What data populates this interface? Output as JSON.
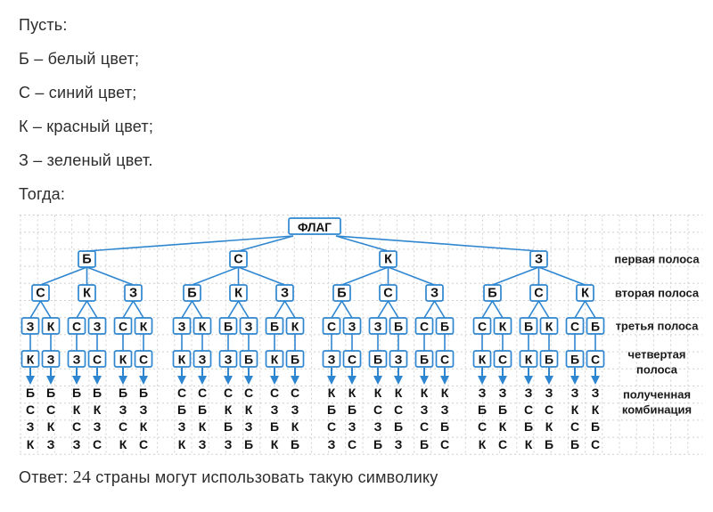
{
  "intro": {
    "opening": "Пусть:",
    "legend": [
      "Б – белый цвет;",
      "С – синий цвет;",
      "К – красный цвет;",
      "З – зеленый цвет."
    ],
    "closing": "Тогда:"
  },
  "diagram": {
    "root": "ФЛАГ",
    "level_labels": [
      [
        "первая полоса"
      ],
      [
        "вторая полоса"
      ],
      [
        "третья полоса"
      ],
      [
        "четвертая",
        "полоса"
      ],
      [
        "полученная",
        "комбинация"
      ]
    ],
    "groups": [
      {
        "first": "Б",
        "branches": [
          {
            "second": "С",
            "third_fourth": [
              [
                "З",
                "К"
              ],
              [
                "К",
                "З"
              ]
            ]
          },
          {
            "second": "К",
            "third_fourth": [
              [
                "С",
                "З"
              ],
              [
                "З",
                "С"
              ]
            ]
          },
          {
            "second": "З",
            "third_fourth": [
              [
                "С",
                "К"
              ],
              [
                "К",
                "С"
              ]
            ]
          }
        ]
      },
      {
        "first": "С",
        "branches": [
          {
            "second": "Б",
            "third_fourth": [
              [
                "З",
                "К"
              ],
              [
                "К",
                "З"
              ]
            ]
          },
          {
            "second": "К",
            "third_fourth": [
              [
                "Б",
                "З"
              ],
              [
                "З",
                "Б"
              ]
            ]
          },
          {
            "second": "З",
            "third_fourth": [
              [
                "Б",
                "К"
              ],
              [
                "К",
                "Б"
              ]
            ]
          }
        ]
      },
      {
        "first": "К",
        "branches": [
          {
            "second": "Б",
            "third_fourth": [
              [
                "С",
                "З"
              ],
              [
                "З",
                "С"
              ]
            ]
          },
          {
            "second": "С",
            "third_fourth": [
              [
                "З",
                "Б"
              ],
              [
                "Б",
                "З"
              ]
            ]
          },
          {
            "second": "З",
            "third_fourth": [
              [
                "С",
                "Б"
              ],
              [
                "Б",
                "С"
              ]
            ]
          }
        ]
      },
      {
        "first": "З",
        "branches": [
          {
            "second": "Б",
            "third_fourth": [
              [
                "С",
                "К"
              ],
              [
                "К",
                "С"
              ]
            ]
          },
          {
            "second": "С",
            "third_fourth": [
              [
                "Б",
                "К"
              ],
              [
                "К",
                "Б"
              ]
            ]
          },
          {
            "second": "К",
            "third_fourth": [
              [
                "С",
                "Б"
              ],
              [
                "Б",
                "С"
              ]
            ]
          }
        ]
      }
    ],
    "combinations": [
      [
        "Б",
        "С",
        "З",
        "К"
      ],
      [
        "Б",
        "С",
        "К",
        "З"
      ],
      [
        "Б",
        "К",
        "С",
        "З"
      ],
      [
        "Б",
        "К",
        "З",
        "С"
      ],
      [
        "Б",
        "З",
        "С",
        "К"
      ],
      [
        "Б",
        "З",
        "К",
        "С"
      ],
      [
        "С",
        "Б",
        "З",
        "К"
      ],
      [
        "С",
        "Б",
        "К",
        "З"
      ],
      [
        "С",
        "К",
        "Б",
        "З"
      ],
      [
        "С",
        "К",
        "З",
        "Б"
      ],
      [
        "С",
        "З",
        "Б",
        "К"
      ],
      [
        "С",
        "З",
        "К",
        "Б"
      ],
      [
        "К",
        "Б",
        "С",
        "З"
      ],
      [
        "К",
        "Б",
        "З",
        "С"
      ],
      [
        "К",
        "С",
        "З",
        "Б"
      ],
      [
        "К",
        "С",
        "Б",
        "З"
      ],
      [
        "К",
        "З",
        "С",
        "Б"
      ],
      [
        "К",
        "З",
        "Б",
        "С"
      ],
      [
        "З",
        "Б",
        "С",
        "К"
      ],
      [
        "З",
        "Б",
        "К",
        "С"
      ],
      [
        "З",
        "С",
        "Б",
        "К"
      ],
      [
        "З",
        "С",
        "К",
        "Б"
      ],
      [
        "З",
        "К",
        "С",
        "Б"
      ],
      [
        "З",
        "К",
        "Б",
        "С"
      ]
    ]
  },
  "answer": {
    "prefix": "Ответ:",
    "number": "24",
    "suffix": "страны могут использовать такую символику"
  },
  "colors": {
    "accent": "#2e86d0",
    "grid": "#d0d0d0",
    "node_letter": "#111111",
    "text": "#2d2d2d"
  }
}
